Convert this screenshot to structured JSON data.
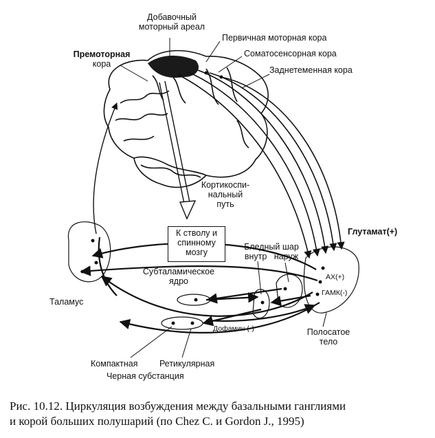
{
  "labels": {
    "supplementary_motor": [
      "Добавочный",
      "моторный ареал"
    ],
    "primary_motor": "Первичная моторная кора",
    "somatosensory": "Соматосенсорная кора",
    "posterior_parietal": "Заднетеменная кора",
    "premotor": [
      "Премоторная",
      "кора"
    ],
    "corticospinal": [
      "Кортикоспи-",
      "нальный",
      "путь"
    ],
    "brainstem_box": [
      "К стволу и",
      "спинному",
      "мозгу"
    ],
    "glutamate": "Глутамат(+)",
    "globus_pallidus": [
      "Бледный шар",
      "внутр   наруж"
    ],
    "subthalamic": [
      "Субталамическое",
      "ядро"
    ],
    "ach": "АХ(+)",
    "gaba": "ГАМК(-)",
    "thalamus": "Таламус",
    "dopamine": "Дофамин (-)",
    "striatum": [
      "Полосатое",
      "тело"
    ],
    "compact": "Компактная",
    "reticular": "Ретикулярная",
    "substantia_nigra": "Черная субстанция"
  },
  "caption": [
    "Рис. 10.12.  Циркуляция возбуждения между базальными ганглиями",
    "и корой больших полушарий  (по Chez C. и Gordon J., 1995)"
  ]
}
